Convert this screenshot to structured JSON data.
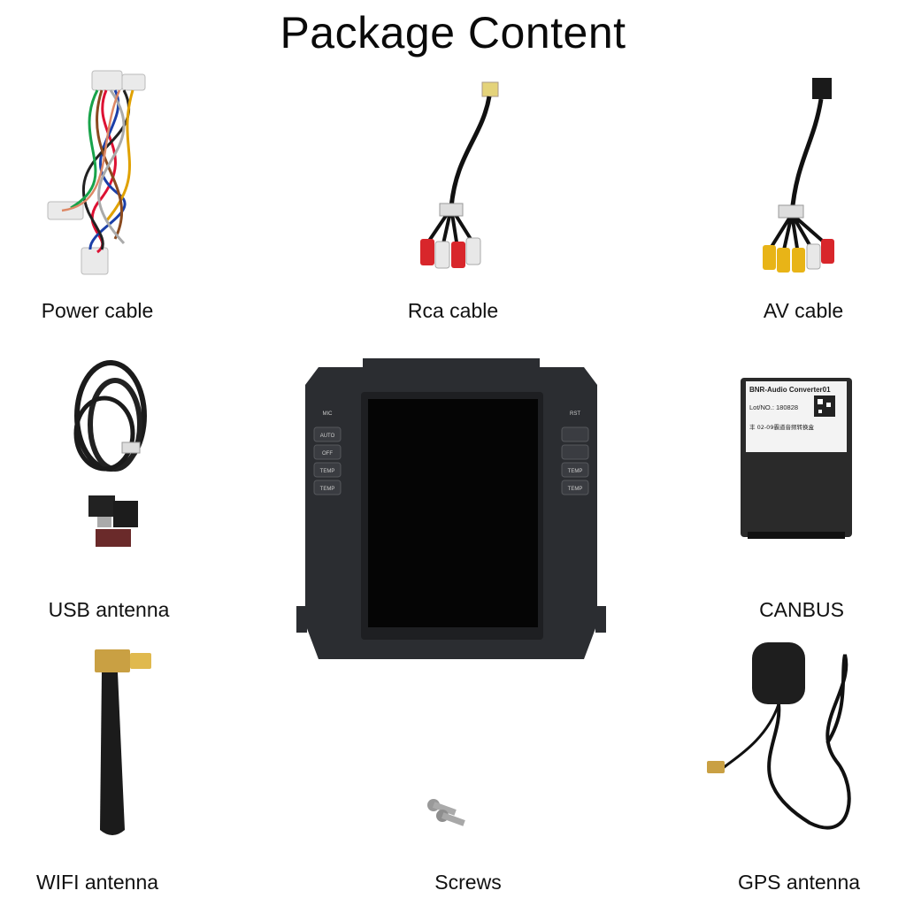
{
  "page": {
    "title": "Package Content"
  },
  "items": [
    {
      "label": "Power cable",
      "icon": "power-cable-icon"
    },
    {
      "label": "Rca cable",
      "icon": "rca-cable-icon"
    },
    {
      "label": "AV cable",
      "icon": "av-cable-icon"
    },
    {
      "label": "USB antenna",
      "icon": "usb-cable-icon"
    },
    {
      "label": "CANBUS",
      "icon": "canbus-box-icon"
    },
    {
      "label": "WIFI antenna",
      "icon": "wifi-antenna-icon"
    },
    {
      "label": "Screws",
      "icon": "screws-icon"
    },
    {
      "label": "GPS antenna",
      "icon": "gps-antenna-icon"
    }
  ],
  "head_unit": {
    "icon": "head-unit-icon",
    "buttons_left": [
      "MIC",
      "AUTO",
      "OFF",
      "TEMP",
      "TEMP"
    ],
    "buttons_right": [
      "RST",
      "",
      "",
      "TEMP",
      "TEMP"
    ]
  },
  "canbus_box": {
    "line1": "BNR-Audio Converter01",
    "line2": "Lot/NO.: 180828",
    "line3": "丰 02-09霸道音频转换盒"
  },
  "colors": {
    "background": "#ffffff",
    "device": "#2b2d31",
    "screen": "#050505",
    "rca_red": "#d8262b",
    "rca_white": "#e8e8e8",
    "rca_yellow": "#e8b417",
    "gold": "#c9a043"
  }
}
